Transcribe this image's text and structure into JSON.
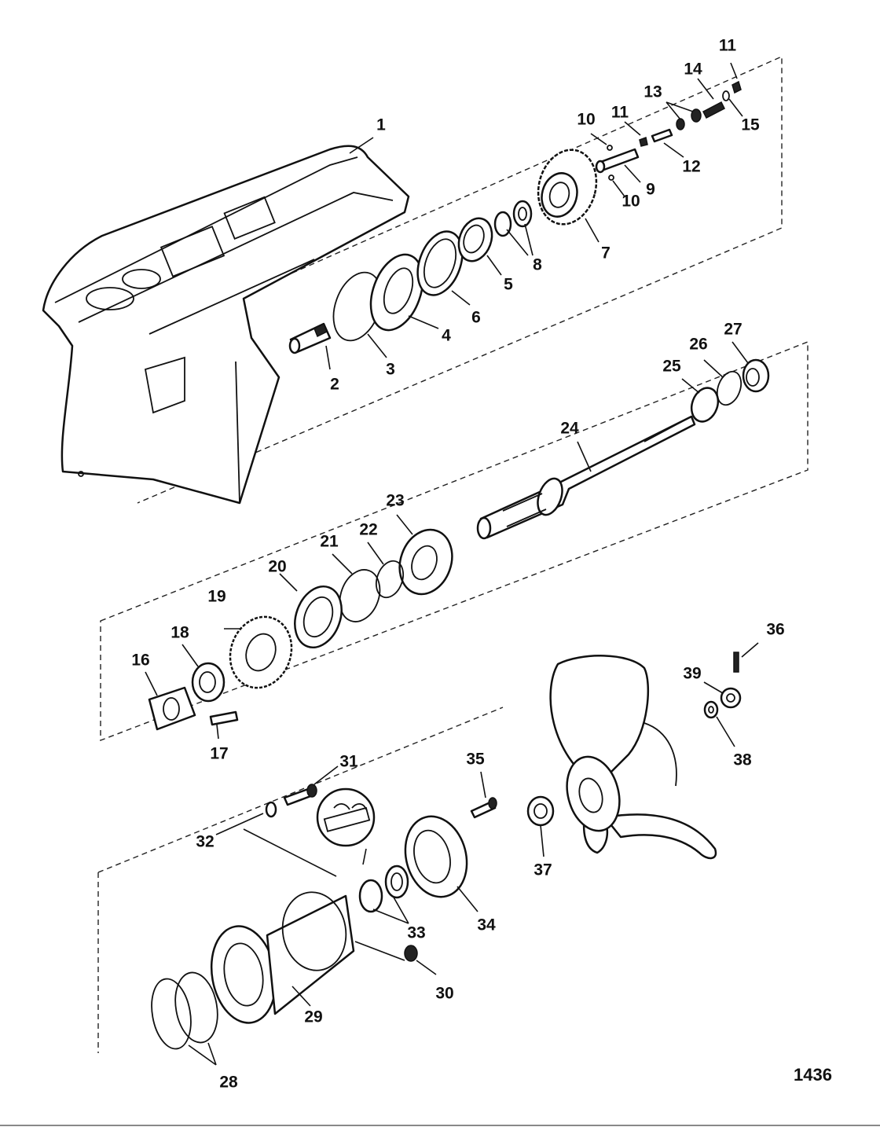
{
  "figure_id": "1436",
  "callouts": {
    "c1": "1",
    "c2": "2",
    "c3": "3",
    "c4": "4",
    "c5": "5",
    "c6": "6",
    "c7": "7",
    "c8": "8",
    "c9": "9",
    "c10a": "10",
    "c10b": "10",
    "c11a": "11",
    "c11b": "11",
    "c12": "12",
    "c13": "13",
    "c14": "14",
    "c15": "15",
    "c16": "16",
    "c17": "17",
    "c18": "18",
    "c19": "19",
    "c20": "20",
    "c21": "21",
    "c22": "22",
    "c23": "23",
    "c24": "24",
    "c25": "25",
    "c26": "26",
    "c27": "27",
    "c28": "28",
    "c29": "29",
    "c30": "30",
    "c31": "31",
    "c32": "32",
    "c33": "33",
    "c34": "34",
    "c35": "35",
    "c36": "36",
    "c37": "37",
    "c38": "38",
    "c39": "39"
  },
  "colors": {
    "ink": "#111111",
    "paper": "#ffffff"
  }
}
